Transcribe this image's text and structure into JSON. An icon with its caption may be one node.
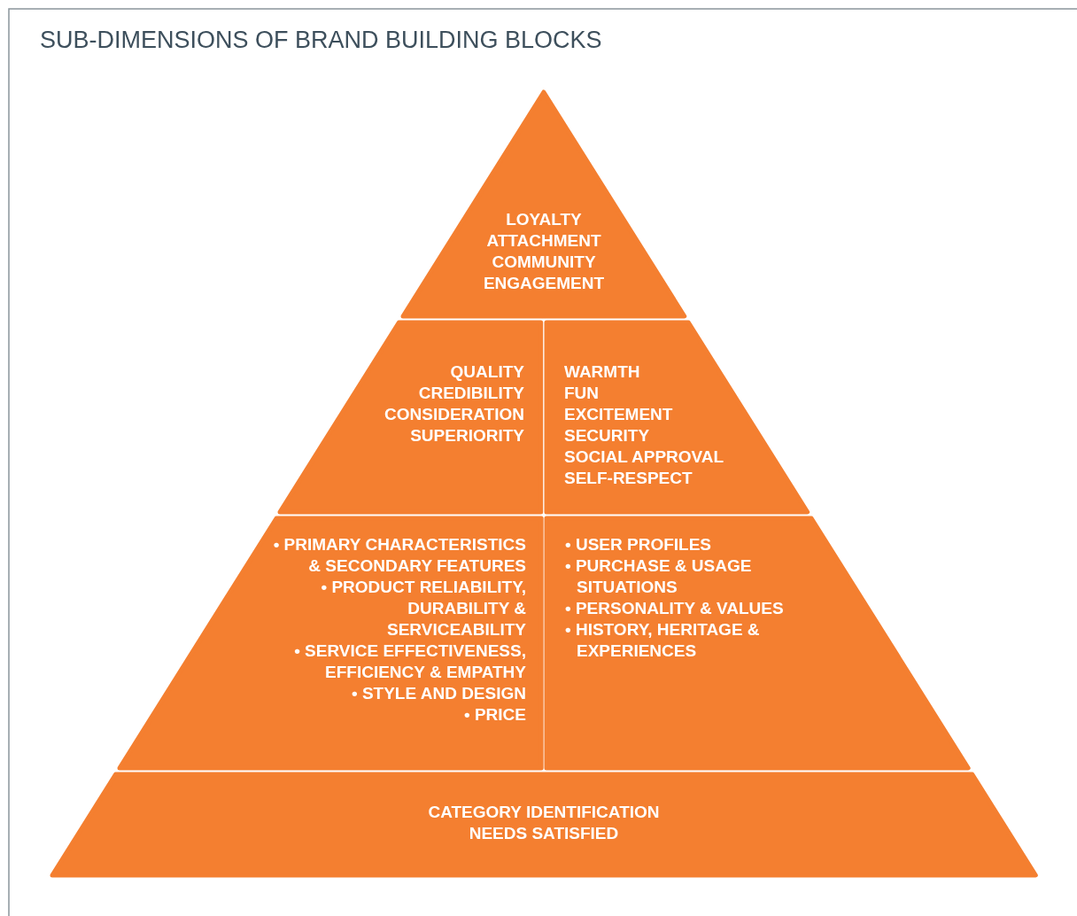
{
  "diagram": {
    "title": "SUB-DIMENSIONS OF BRAND BUILDING BLOCKS",
    "nodes": [
      {
        "text": [
          "LOYALTY",
          "ATTACHMENT",
          "COMMUNITY",
          "ENGAGEMENT"
        ]
      },
      {
        "text": [
          "QUALITY",
          "CREDIBILITY",
          "CONSIDERATION",
          "SUPERIORITY"
        ]
      },
      {
        "text": [
          "WARMTH",
          "FUN",
          "EXCITEMENT",
          "SECURITY",
          "SOCIAL APPROVAL",
          "SELF-RESPECT"
        ]
      },
      {
        "text": [
          "• PRIMARY CHARACTERISTICS & SECONDARY FEATURES",
          "• PRODUCT RELIABILITY, DURABILITY & SERVICEABILITY",
          "• SERVICE EFFECTIVENESS, EFFICIENCY & EMPATHY",
          "• STYLE AND DESIGN",
          "• PRICE"
        ]
      },
      {
        "text": [
          "• USER PROFILES",
          "• PURCHASE & USAGE SITUATIONS",
          "• PERSONALITY & VALUES",
          "• HISTORY, HERITAGE & EXPERIENCES"
        ]
      },
      {
        "text": [
          "CATEGORY IDENTIFICATION",
          "NEEDS SATISFIED"
        ]
      }
    ]
  }
}
